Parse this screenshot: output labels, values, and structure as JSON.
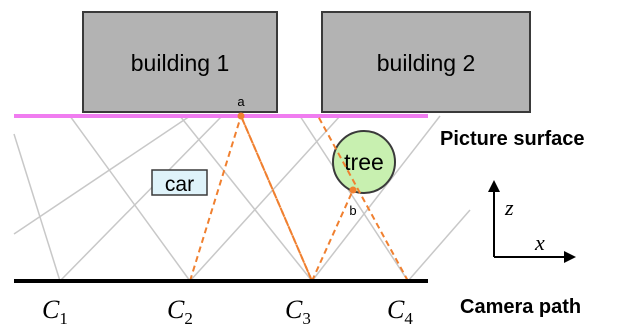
{
  "buildings": [
    {
      "id": "building-1",
      "label": "building 1"
    },
    {
      "id": "building-2",
      "label": "building 2"
    }
  ],
  "picture_surface_label": "Picture surface",
  "camera_path_label": "Camera path",
  "car_label": "car",
  "tree_label": "tree",
  "point_labels": {
    "a": "a",
    "b": "b"
  },
  "cameras": [
    {
      "letter": "C",
      "subscript": "1"
    },
    {
      "letter": "C",
      "subscript": "2"
    },
    {
      "letter": "C",
      "subscript": "3"
    },
    {
      "letter": "C",
      "subscript": "4"
    }
  ],
  "axes": {
    "x": "x",
    "z": "z"
  },
  "colors": {
    "building_fill": "#b3b3b3",
    "picture_surface": "#f07cf0",
    "camera_path": "#000000",
    "ray": "#f08030",
    "tree_fill": "#c8f0b0",
    "tree_stroke": "#3a3a3a",
    "car_fill": "#dff3fa",
    "frustum": "#c8c8c8"
  }
}
